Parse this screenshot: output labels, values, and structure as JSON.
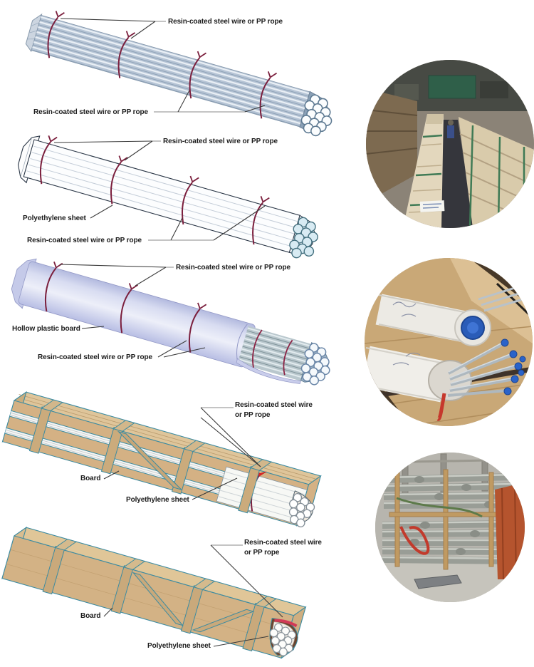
{
  "page_title": "Steel pipe packing methods diagram",
  "diagrams": [
    {
      "name": "bundle-tied",
      "labels": {
        "top": "Resin-coated steel wire or PP rope",
        "bottom": "Resin-coated steel wire or PP rope"
      }
    },
    {
      "name": "polyethylene-wrapped-bundle",
      "labels": {
        "top": "Resin-coated steel wire or PP rope",
        "side": "Polyethylene sheet",
        "bottom": "Resin-coated steel wire or PP rope"
      }
    },
    {
      "name": "hollow-plastic-board-wrapped",
      "labels": {
        "top": "Resin-coated steel wire or PP rope",
        "side": "Hollow plastic board",
        "bottom": "Resin-coated steel wire or PP rope"
      }
    },
    {
      "name": "open-wooden-crate",
      "labels": {
        "top_line1": "Resin-coated steel wire",
        "top_line2": "or PP rope",
        "side": "Board",
        "bottom": "Polyethylene sheet"
      }
    },
    {
      "name": "closed-wooden-box",
      "labels": {
        "top_line1": "Resin-coated steel wire",
        "top_line2": "or PP rope",
        "side": "Board",
        "bottom": "Polyethylene sheet"
      }
    }
  ],
  "photos": [
    {
      "name": "crated-pipes-warehouse"
    },
    {
      "name": "pipe-bundles-with-blue-caps"
    },
    {
      "name": "stacked-grey-pipes-racks"
    }
  ],
  "colors": {
    "tie_wire": "#7b1f3d",
    "bow_red": "#e02424",
    "steel_tube": "#b6c4d5",
    "poly_sheet": "#fcfdfe",
    "hollow_board": "#c9cdeb",
    "wood": "#d4b184",
    "wood_edge": "#3c8ba1",
    "crate_interior": "#6a4530"
  }
}
